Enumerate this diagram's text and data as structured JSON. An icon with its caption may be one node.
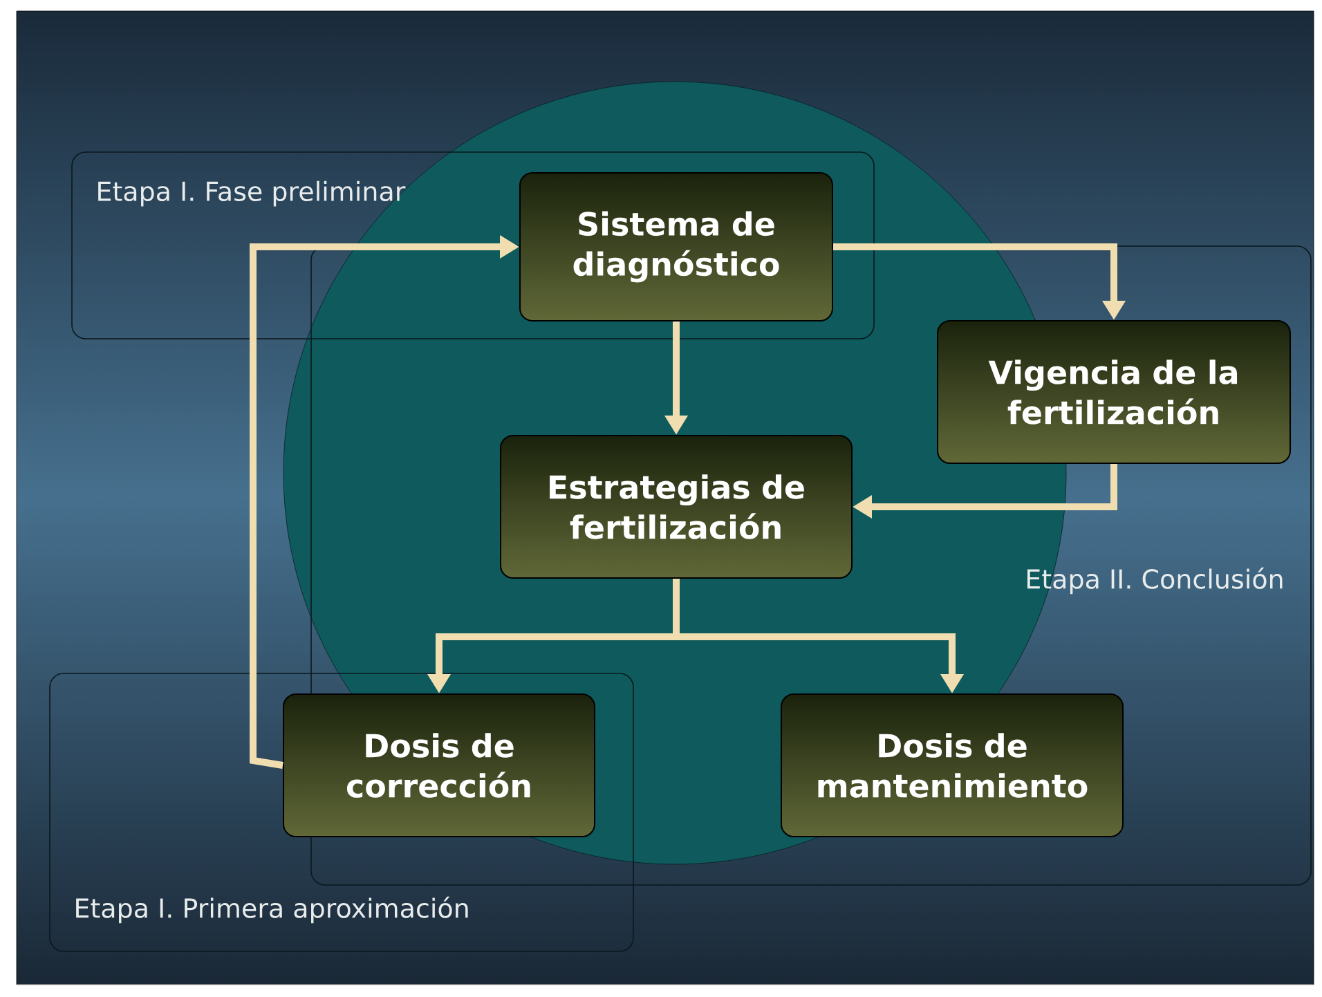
{
  "diagram": {
    "nodes": [
      {
        "text": [
          "Etapa I. Fase preliminar"
        ]
      },
      {
        "text": [
          "Etapa II. Conclusión"
        ]
      },
      {
        "text": [
          "Etapa I. Primera aproximación"
        ]
      },
      {
        "text": [
          "Sistema de diagnóstico"
        ],
        "in": 0
      },
      {
        "text": [
          "Vigencia de la fertilización"
        ],
        "in": 1
      },
      {
        "text": [
          "Estrategias de fertilización"
        ],
        "in": 1
      },
      {
        "text": [
          "Dosis de corrección"
        ],
        "in": 2
      },
      {
        "text": [
          "Dosis de mantenimiento"
        ],
        "in": 1
      }
    ],
    "edges": [
      {
        "from": 3,
        "to": 4,
        "arrow": "to"
      },
      {
        "from": 3,
        "to": 5,
        "arrow": "to"
      },
      {
        "from": 4,
        "to": 5,
        "arrow": "to"
      },
      {
        "from": 5,
        "to": 6,
        "arrow": "to"
      },
      {
        "from": 5,
        "to": 7,
        "arrow": "to"
      },
      {
        "from": 6,
        "to": 3,
        "arrow": "to"
      }
    ]
  }
}
